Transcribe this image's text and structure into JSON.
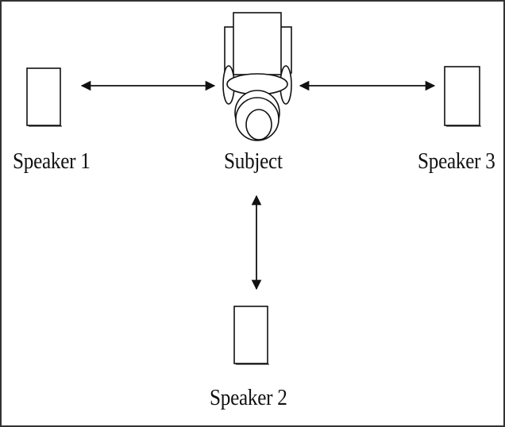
{
  "diagram": {
    "nodes": {
      "speaker1": {
        "label": "Speaker 1"
      },
      "subject": {
        "label": "Subject"
      },
      "speaker3": {
        "label": "Speaker 3"
      },
      "speaker2": {
        "label": "Speaker 2"
      }
    },
    "edges": [
      {
        "from": "speaker1",
        "to": "subject",
        "type": "bidirectional"
      },
      {
        "from": "subject",
        "to": "speaker3",
        "type": "bidirectional"
      },
      {
        "from": "subject",
        "to": "speaker2",
        "type": "bidirectional"
      }
    ],
    "colors": {
      "stroke": "#111111",
      "background": "#ffffff",
      "frame": "#333333"
    }
  }
}
